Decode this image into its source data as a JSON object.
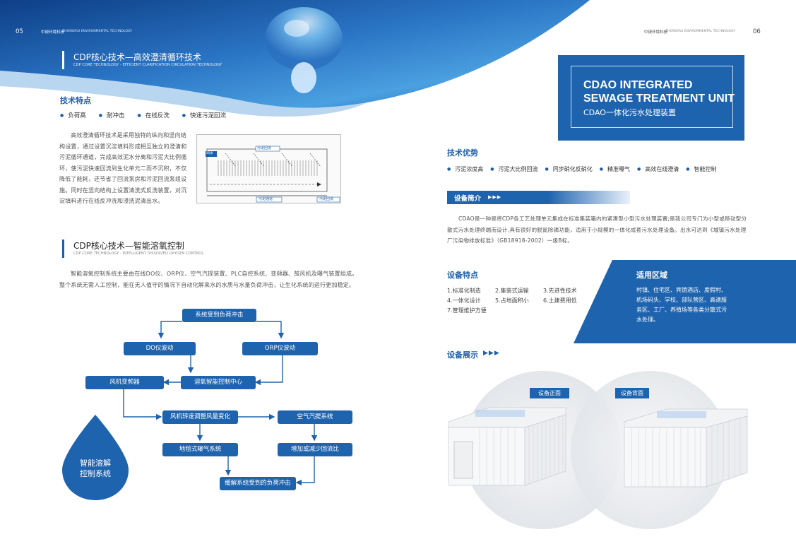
{
  "left": {
    "page_num": "05",
    "brand_cn": "中锐环境科技",
    "brand_en": "ZHONGRUI ENVIRONMENTAL TECHNOLOGY",
    "sec1": {
      "title": "CDP核心技术—高效澄清循环技术",
      "subtitle": "CDP CORE TECHNOLOGY - EFFICIENT CLARIFICATION CIRCULATION TECHNOLOGY"
    },
    "features": {
      "title": "技术特点",
      "items": [
        "负荷高",
        "耐冲击",
        "在线反洗",
        "快速污泥回流"
      ]
    },
    "para1": "高效澄清循环技术是采用独特的纵向和竖向结构设置，通过设置沉淀填料形成相互独立的澄清和污泥循环通道，完成高效泥水分离和污泥大比例循环，使污泥快速回流到生化单元二而不沉积，不仅降低了能耗，还节省了回流泵房和污泥回流泵组设施。同时在竖向结构上设置清洗式反洗装置，对沉淀填料进行在线反冲洗和浸洗泥清出水。",
    "diagram": {
      "label_top": "污泥回流",
      "label_left": "出水",
      "label_bottom1": "污泥通道",
      "label_bottom2": "污泥回流"
    },
    "sec2": {
      "title": "CDP核心技术—智能溶氧控制",
      "subtitle": "CDP CORE TECHNOLOGY - INTELLIGENT DISSOLVED OXYGEN CONTROL"
    },
    "para2": "智能溶氧控制系统主要由在线DO仪、ORP仪、空气汽提装置、PLC自控系统、变频器、鼓风机及曝气装置组成。整个系统无需人工控制，能在无人值守的情况下自动化解来水的水质与水量负荷冲击，让生化系统的运行更加稳定。",
    "flow": {
      "n1": "系统受到负荷冲击",
      "n2": "DO仪波动",
      "n3": "ORP仪波动",
      "n4": "风机变频器",
      "n5": "溶氧智能控制中心",
      "n6": "风机转速调整风量变化",
      "n7": "空气汽提系统",
      "n8": "地毯式曝气系统",
      "n9": "增加或减少回流比",
      "n10": "缓解系统受到的负荷冲击"
    },
    "drop_text_1": "智能溶解",
    "drop_text_2": "控制系统"
  },
  "right": {
    "page_num": "06",
    "brand_cn": "中锐环境科技",
    "brand_en": "ZHONGRUI ENVIRONMENTAL TECHNOLOGY",
    "hero_en_1": "CDAO INTEGRATED",
    "hero_en_2": "SEWAGE TREATMENT UNIT",
    "hero_cn": "CDAO一体化污水处理装置",
    "advantages": {
      "title": "技术优势",
      "items": [
        "污泥浓度高",
        "污泥大比例回流",
        "同步硝化反硝化",
        "精准曝气",
        "高效在线澄清",
        "智能控制"
      ]
    },
    "intro": {
      "title": "设备简介",
      "arrows": "▶▶▶",
      "text": "CDAO是一种是将CDP各工艺处理单元集成在标准集装箱内的紧凑型小型污水处理装置;是我公司专门为小型或移动型分散式污水处理终端而设计,具有很好的脱氮除磷功能，适用于小规模的一体化成套污水处理设备。出水可达到《城镇污水处理厂污染物排放标准》（GB18918-2002）一级B标。"
    },
    "dev_features": {
      "title": "设备特点",
      "items": [
        "1.标准化制造",
        "2.集装式运输",
        "3.先进性技术",
        "4.一体化设计",
        "5.占地面积小",
        "6.土建费用低",
        "7.管理维护方便"
      ]
    },
    "areas": {
      "title": "适用区域",
      "text": "村镇、住宅区、宾馆酒店、度假村、机场码头、学校、部队营区、高速服务区、工厂、养殖场等各类分散式污水处理。"
    },
    "showcase": {
      "title": "设备展示",
      "arrows": "▶▶▶",
      "front": "设备正面",
      "back": "设备背面"
    }
  },
  "colors": {
    "primary": "#1e5fa8",
    "dark": "#1a4f8f",
    "box": "#1e63ae"
  }
}
